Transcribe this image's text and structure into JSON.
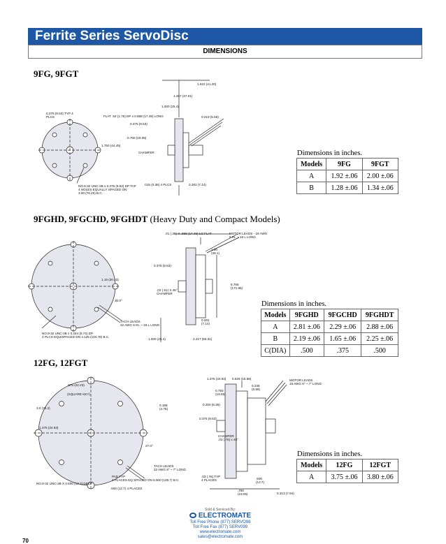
{
  "header": {
    "title": "Ferrite Series ServoDisc",
    "subtitle": "DIMENSIONS"
  },
  "sections": [
    {
      "title": "9FG, 9FGT",
      "title_note": ""
    },
    {
      "title": "9FGHD, 9FGCHD, 9FGHDT",
      "title_note": " (Heavy Duty and Compact Models)"
    },
    {
      "title": "12FG, 12FGT",
      "title_note": ""
    }
  ],
  "caption": "Dimensions in inches.",
  "table1": {
    "headers": [
      "Models",
      "9FG",
      "9FGT"
    ],
    "rows": [
      [
        "A",
        "1.92 ±.06",
        "2.00 ±.06"
      ],
      [
        "B",
        "1.28 ±.06",
        "1.34 ±.06"
      ]
    ]
  },
  "table2": {
    "headers": [
      "Models",
      "9FGHD",
      "9FGCHD",
      "9FGHDT"
    ],
    "rows": [
      [
        "A",
        "2.81 ±.06",
        "2.29 ±.06",
        "2.88 ±.06"
      ],
      [
        "B",
        "2.19 ±.06",
        "1.65 ±.06",
        "2.25 ±.06"
      ],
      [
        "C(DIA)",
        ".500",
        ".375",
        ".500"
      ]
    ]
  },
  "table3": {
    "headers": [
      "Models",
      "12FG",
      "12FGT"
    ],
    "rows": [
      [
        "A",
        "3.75 ±.06",
        "3.80 ±.06"
      ]
    ]
  },
  "labels1": {
    "d1": "1.622 (41.20)",
    "d2": "1.457 (37.01)",
    "d3": "1.000 (25.4)",
    "d4": "0.219 (5.56)",
    "flat": "FLAT .53 (1.76) DP x 0.688 (17.48) LONG",
    "d5": "0.375 (9.53)",
    "d6": "0.750 (19.05)",
    "d7": "1.750 (44.45)",
    "chamfer": "CHAMFER",
    "d8": "0.281 (7.14)",
    "d9": ".015 (0.38) 4 PLCS",
    "d10": "0.375 (9.53) TYP 4 PLCS",
    "d11": "1.750 (44.45)",
    "note": "NO.8-32 UNC-2B x 0.375 (9.53) DP TAP\n4 HOLES EQUALLY SPACED ON\n3.00 (76.20) B.C."
  },
  "labels2": {
    "flat": ".01 (.25) X .688 (17.48) LG FLAT",
    "leads": "MOTOR LEADS - 18 AWG\n6 IN. ~ 18 L LONG",
    "d1": "1.50 (38.1)",
    "d2": "0.375 (9.53)",
    "d3": "1.19 (30.23)",
    "d4": ".02 (.51) X 45° CHAMFER",
    "ang": "30.0°",
    "tach": "TACH LEADS\n22 AWG 6 IN. ~ 18 L LONG",
    "d5": "0.281 (7.14)",
    "d6": "2.217 (56.31)",
    "d7": "1.000 (25.4)",
    "d8": "6.766 (171.86)",
    "note": "NO.8-32 UNC-2B x 0.344 (8.74) DP\n4 PLCS EQUISPACED ON 4.125 (104.78) B.C."
  },
  "labels3": {
    "d1": "1.375 (34.93)",
    "d2": "0.625 (15.88)",
    "d3": "0.750 (19.05)",
    "d4": "0.236 (5.99)",
    "leads": "MOTOR LEADS\n18 AWG 6\" ~ 7\" LONG",
    "d5": "0.250 (6.35)",
    "d6": "0.750 (19.05)",
    "d7": "0.375 (9.53)",
    "d8": "0.188 (4.78)",
    "key": "(SQUARE KEY)",
    "d9": ".875 (22.23)",
    "d10": "3.0 (76.2)",
    "d11": "1.375 (34.93)",
    "chamfer": "CHAMFER\n.03 (.76) x 45°",
    "d12": ".03 (.76) TYP\n4 PLACES",
    "ang": "27.0°",
    "tach": "TACH LEADS\n22 AWG 6\" ~ 7\" LONG",
    "pad": "PAD TYP\n4 PLACES EQ SPACED ON 5.500 (139.7) B.C.",
    "d13": ".500 (12.7) 4 PLACES",
    "note": "NO.8-32 UNC-2B X 0.500 (12.7) DEEP",
    "d14": ".500 (12.7)",
    "d15": "0.313 (7.94)",
    "d16": ".750 (19.05)"
  },
  "footer": {
    "sold": "Sold & Serviced By:",
    "brand": "ELECTROMATE",
    "phone": "Toll Free Phone (877) SERVO98",
    "fax": "Toll Free Fax (877) SERV099",
    "web": "www.electromate.com",
    "email": "sales@electromate.com"
  },
  "page_number": "70"
}
